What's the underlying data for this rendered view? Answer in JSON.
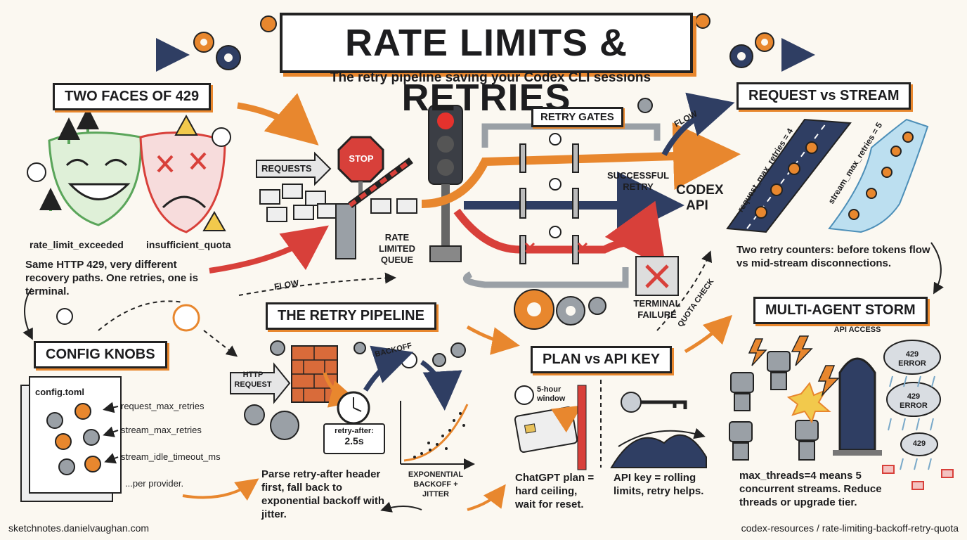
{
  "header": {
    "title": "RATE LIMITS & RETRIES",
    "subtitle": "The retry pipeline saving your Codex CLI sessions"
  },
  "two_faces": {
    "heading": "TWO FACES OF 429",
    "label_left": "rate_limit_exceeded",
    "label_right": "insufficient_quota",
    "note": "Same HTTP 429, very different recovery paths. One retries, one is terminal."
  },
  "center": {
    "requests_label": "REQUESTS",
    "stop_sign": "STOP",
    "queue_label": "RATE LIMITED QUEUE",
    "gates_heading": "RETRY GATES",
    "flow_top": "FLOW",
    "flow_left": "FLOW",
    "successful_retry": "SUCCESSFUL RETRY",
    "api_target": "CODEX API",
    "terminal_failure": "TERMINAL FAILURE",
    "quota_check": "QUOTA CHECK"
  },
  "request_vs_stream": {
    "heading": "REQUEST vs STREAM",
    "road_left": "request_max_retries = 4",
    "road_right": "stream_max_retries = 5",
    "note": "Two retry counters: before tokens flow vs mid-stream disconnections."
  },
  "config": {
    "heading": "CONFIG KNOBS",
    "file": "config.toml",
    "knobs": [
      "request_max_retries",
      "stream_max_retries",
      "stream_idle_timeout_ms"
    ],
    "footer": "...per provider."
  },
  "pipeline": {
    "heading": "THE RETRY PIPELINE",
    "http_request": "HTTP REQUEST",
    "backoff": "BACKOFF",
    "retry_after_label": "retry-after:",
    "retry_after_value": "2.5s",
    "chart_caption": "EXPONENTIAL BACKOFF + JITTER",
    "note": "Parse retry-after header first, fall back to exponential backoff with jitter."
  },
  "plan_vs_key": {
    "heading": "PLAN vs API KEY",
    "window": "5-hour window",
    "plan_note": "ChatGPT plan = hard ceiling, wait for reset.",
    "key_note": "API key = rolling limits, retry helps."
  },
  "storm": {
    "heading": "MULTI-AGENT STORM",
    "access": "API ACCESS",
    "cloud1": "429 ERROR",
    "cloud2": "429 ERROR",
    "cloud3": "429",
    "note": "max_threads=4 means 5 concurrent streams. Reduce threads or upgrade tier."
  },
  "footer": {
    "left": "sketchnotes.danielvaughan.com",
    "right": "codex-resources / rate-limiting-backoff-retry-quota"
  },
  "colors": {
    "accent_orange": "#e8872e",
    "navy": "#2f3e63",
    "red": "#d8403a",
    "green": "#5aa55a"
  }
}
